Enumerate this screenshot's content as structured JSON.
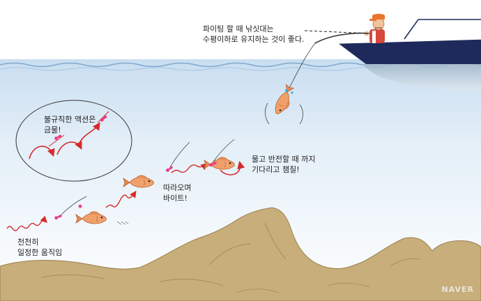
{
  "captions": {
    "top": [
      "파이팅 할 때 낚싯대는",
      "수평이하로 유지하는 것이 좋다."
    ],
    "circle": [
      "불규칙한 액션은",
      "금물!"
    ],
    "right": [
      "물고 반전할 때 까지",
      "기다리고 챔질!"
    ],
    "middle": [
      "따라오며",
      "바이트!"
    ],
    "bottom": [
      "천천히",
      "일정한 움직임"
    ]
  },
  "watermark": "NAVER",
  "colors": {
    "water_surface": "#cfe2f2",
    "water_deep": "#ffffff",
    "boat_hull": "#1f2a5c",
    "seabed": "#c8ae7a",
    "fish": "#f0a06b",
    "path_red": "#d62a2a",
    "angler_cap": "#e8742c"
  },
  "icons": [
    "boat",
    "angler",
    "fishing-rod",
    "fishing-line",
    "hooked-fish",
    "fish",
    "lure",
    "arrow",
    "seabed-rocks"
  ]
}
